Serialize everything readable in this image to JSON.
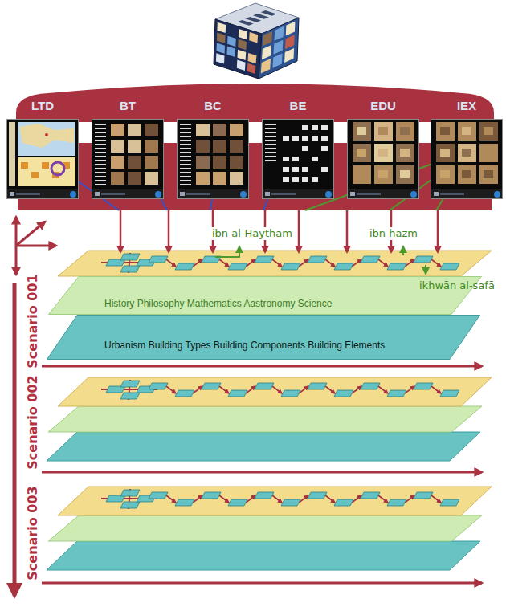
{
  "diagram": {
    "nodes": [
      {
        "text": [
          "LTD"
        ]
      },
      {
        "text": [
          "BT"
        ]
      },
      {
        "text": [
          "BC"
        ]
      },
      {
        "text": [
          "BE"
        ]
      },
      {
        "text": [
          "EDU"
        ]
      },
      {
        "text": [
          "IEX"
        ]
      },
      {
        "text": [
          "History Philosophy Mathematics Aastronomy Science"
        ]
      },
      {
        "text": [
          "Urbanism Building Types Building Components Building Elements"
        ]
      }
    ],
    "labels": [
      "ibn al-Haytham",
      "ibn hazm",
      "ikhwān al-safā",
      "Scenario 001",
      "Scenario 002",
      "Scenario 003"
    ]
  }
}
